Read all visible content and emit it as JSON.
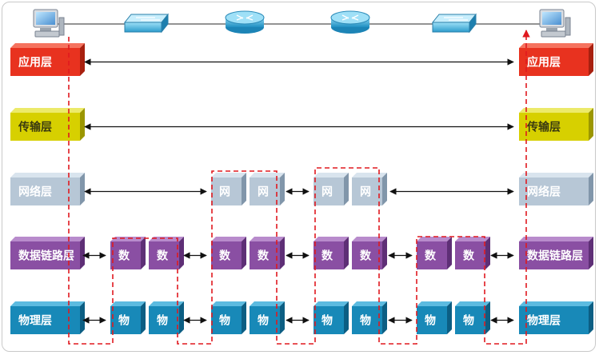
{
  "layers": {
    "app": "应用层",
    "transport": "传输层",
    "network": "网络层",
    "datalink": "数据链路层",
    "physical": "物理层"
  },
  "device_chars": {
    "network": "网",
    "datalink": "数",
    "physical": "物"
  },
  "colors": {
    "app_face": "#e8321f",
    "app_top": "#f5735f",
    "app_side": "#a8200f",
    "transport_face": "#d7d000",
    "transport_top": "#ecea6a",
    "transport_side": "#9b9600",
    "network_face": "#b7c7d6",
    "network_top": "#d9e4ee",
    "network_side": "#8196aa",
    "datalink_face": "#8a4fa3",
    "datalink_top": "#b88bcc",
    "datalink_side": "#5e2f76",
    "physical_face": "#1889b8",
    "physical_top": "#5cbbe0",
    "physical_side": "#0c5e83",
    "dashed_path": "#e0191f",
    "arrow": "#111111"
  },
  "icons": {
    "end_host": "computer-icon",
    "switch": "switch-icon",
    "router": "router-icon"
  }
}
